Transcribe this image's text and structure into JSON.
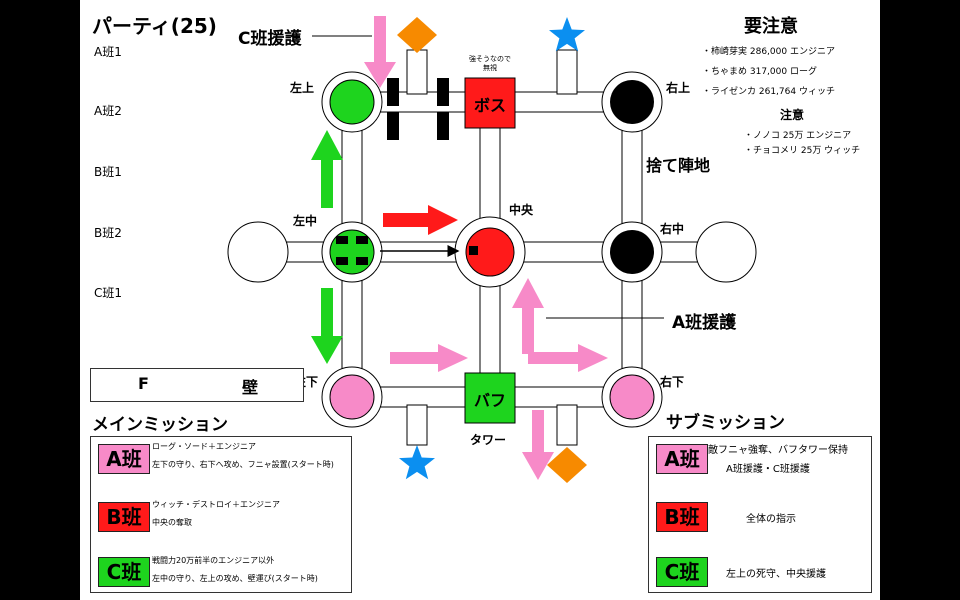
{
  "party": {
    "title": "パーティ(25)",
    "members": [
      "A班1",
      "A班2",
      "B班1",
      "B班2",
      "C班1"
    ]
  },
  "warnings": {
    "title": "要注意",
    "items": [
      "・柿崎芽実 286,000 エンジニア",
      "・ちゃまめ 317,000 ローグ",
      "・ライゼンカ 261,764 ウィッチ"
    ]
  },
  "cautions": {
    "title": "注意",
    "items": [
      "・ノノコ 25万 エンジニア",
      "・チョコメリ 25万 ウィッチ"
    ]
  },
  "map": {
    "nodes": {
      "top_left": "左上",
      "top_right": "右上",
      "mid_left": "左中",
      "center": "中央",
      "mid_right": "右中",
      "bottom_left": "左下",
      "bottom_right": "右下"
    },
    "boss_label": "ボス",
    "boss_note": [
      "強そうなので",
      "無視"
    ],
    "buff_label": "バフ",
    "tower_label": "タワー",
    "abandon_label": "捨て陣地",
    "c_support_label": "C班援護",
    "a_support_label": "A班援護"
  },
  "legend": {
    "f_label": "F",
    "wall_label": "壁"
  },
  "colors": {
    "pink": "#f78ac8",
    "green": "#1ed41e",
    "red": "#ff1a1a",
    "orange": "#f78a00",
    "blue": "#0b8ff0",
    "black": "#000000"
  },
  "main_mission": {
    "title": "メインミッション",
    "teams": [
      {
        "name": "A班",
        "color": "#f78ac8",
        "lines": [
          "ローグ・ソード＋エンジニア",
          "左下の守り、右下へ攻め、フニャ設置(スタート時)"
        ]
      },
      {
        "name": "B班",
        "color": "#ff1a1a",
        "lines": [
          "ウィッチ・デストロイ＋エンジニア",
          "中央の奪取"
        ]
      },
      {
        "name": "C班",
        "color": "#1ed41e",
        "lines": [
          "戦闘力20万前半のエンジニア以外",
          "左中の守り、左上の攻め、壁運び(スタート時)"
        ]
      }
    ]
  },
  "sub_mission": {
    "title": "サブミッション",
    "teams": [
      {
        "name": "A班",
        "color": "#f78ac8",
        "lines": [
          "敵フニャ強奪、バフタワー保持",
          "A班援護・C班援護"
        ]
      },
      {
        "name": "B班",
        "color": "#ff1a1a",
        "lines": [
          "全体の指示"
        ]
      },
      {
        "name": "C班",
        "color": "#1ed41e",
        "lines": [
          "左上の死守、中央援護"
        ]
      }
    ]
  }
}
